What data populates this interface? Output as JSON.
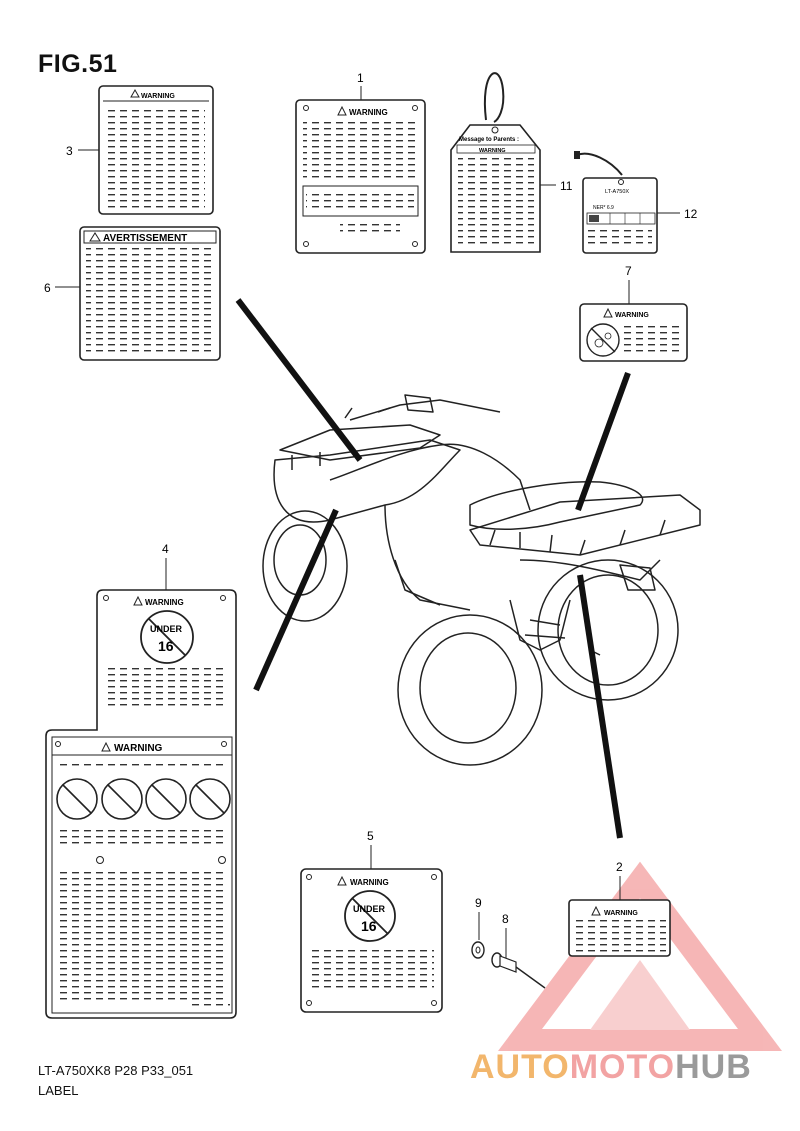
{
  "figure": {
    "title": "FIG.51",
    "footer_code": "LT-A750XK8 P28 P33_051",
    "footer_name": "LABEL"
  },
  "watermark": {
    "part1": "AUTO",
    "part2": "MOTO",
    "part3": "HUB",
    "color_auto": "#f2b66c",
    "color_moto": "#f2a3a3",
    "color_hub": "#9a9a9a"
  },
  "labels": {
    "warning": "WARNING",
    "avertissement": "AVERTISSEMENT",
    "under": "UNDER",
    "age": "16",
    "message_to_parents": "Message to Parents :",
    "tag_model": "LT-A750X",
    "tag_line": "NER* 6.9"
  },
  "callouts": {
    "c1": "1",
    "c2": "2",
    "c3": "3",
    "c4": "4",
    "c5": "5",
    "c6": "6",
    "c7": "7",
    "c8": "8",
    "c9": "9",
    "c11": "11",
    "c12": "12"
  }
}
